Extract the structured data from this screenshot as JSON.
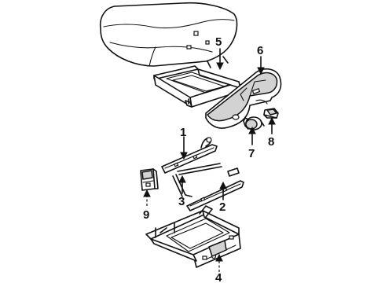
{
  "diagram": {
    "labels": {
      "p1": "1",
      "p2": "2",
      "p3": "3",
      "p4": "4",
      "p5": "5",
      "p6": "6",
      "p7": "7",
      "p8": "8",
      "p9": "9"
    },
    "colors": {
      "line": "#111111",
      "shade": "#d2d2d2",
      "background": "#ffffff"
    }
  }
}
